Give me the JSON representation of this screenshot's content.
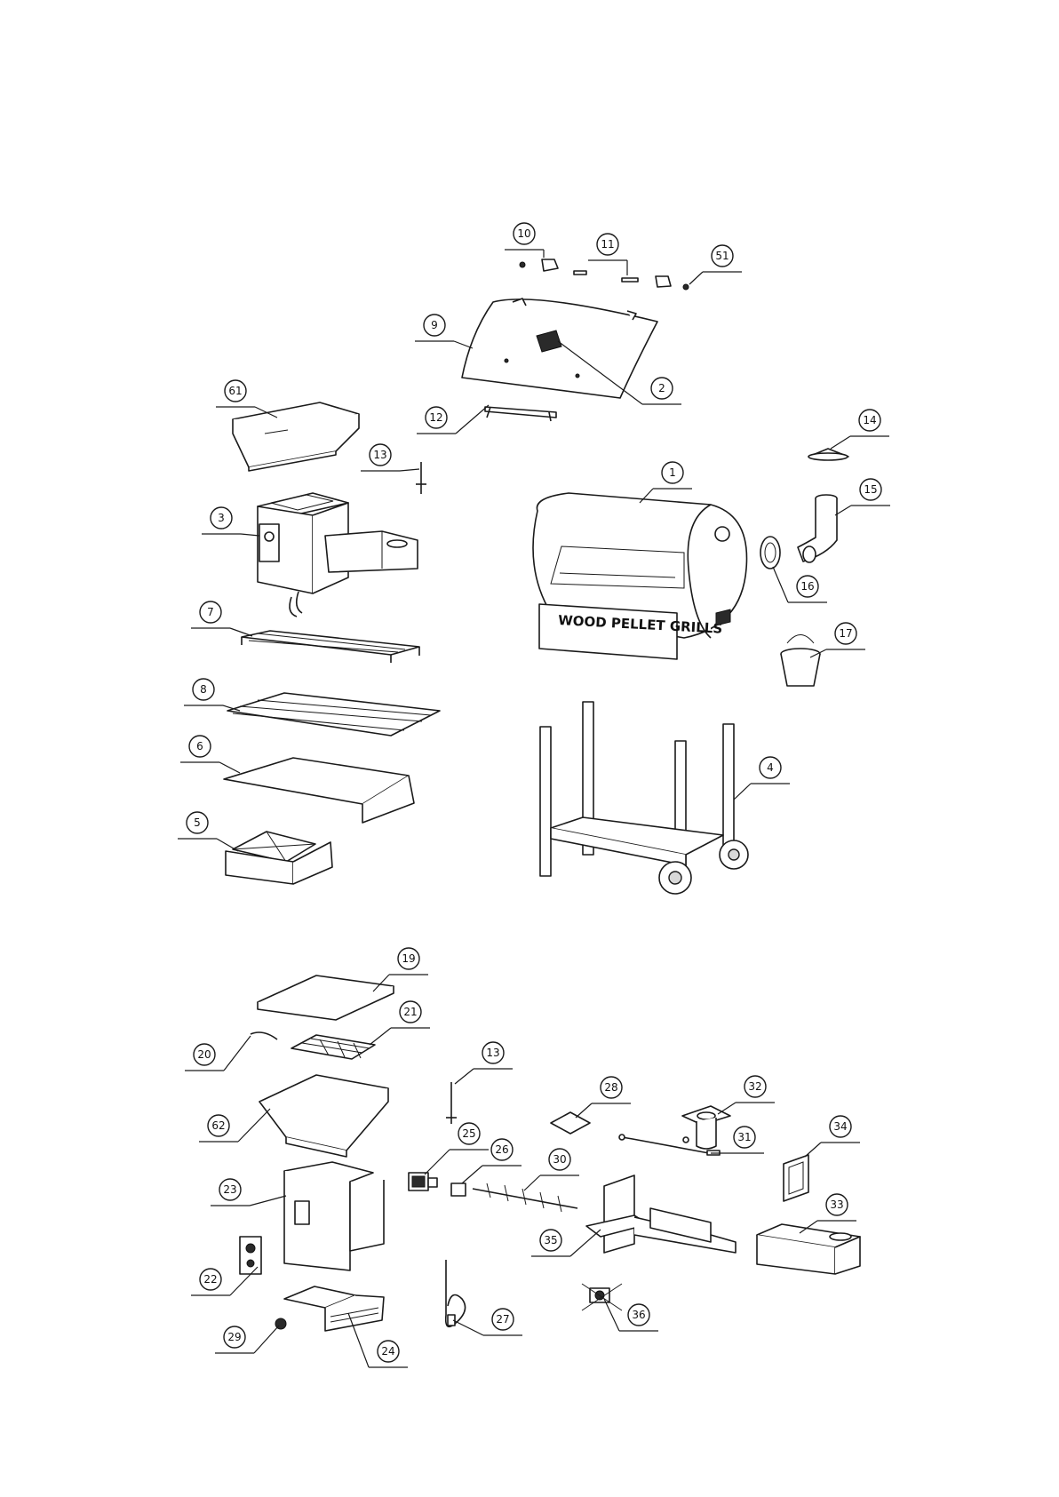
{
  "diagram": {
    "brand_text": "WOOD PELLET GRILLS",
    "callouts": [
      {
        "id": "c10",
        "label": "10"
      },
      {
        "id": "c11",
        "label": "11"
      },
      {
        "id": "c51",
        "label": "51"
      },
      {
        "id": "c9",
        "label": "9"
      },
      {
        "id": "c2",
        "label": "2"
      },
      {
        "id": "c61",
        "label": "61"
      },
      {
        "id": "c12",
        "label": "12"
      },
      {
        "id": "c14",
        "label": "14"
      },
      {
        "id": "c13a",
        "label": "13"
      },
      {
        "id": "c1",
        "label": "1"
      },
      {
        "id": "c15",
        "label": "15"
      },
      {
        "id": "c3",
        "label": "3"
      },
      {
        "id": "c16",
        "label": "16"
      },
      {
        "id": "c7",
        "label": "7"
      },
      {
        "id": "c17",
        "label": "17"
      },
      {
        "id": "c8",
        "label": "8"
      },
      {
        "id": "c6",
        "label": "6"
      },
      {
        "id": "c4",
        "label": "4"
      },
      {
        "id": "c5",
        "label": "5"
      },
      {
        "id": "c19",
        "label": "19"
      },
      {
        "id": "c21",
        "label": "21"
      },
      {
        "id": "c20",
        "label": "20"
      },
      {
        "id": "c13b",
        "label": "13"
      },
      {
        "id": "c28",
        "label": "28"
      },
      {
        "id": "c32",
        "label": "32"
      },
      {
        "id": "c62",
        "label": "62"
      },
      {
        "id": "c25",
        "label": "25"
      },
      {
        "id": "c31",
        "label": "31"
      },
      {
        "id": "c34",
        "label": "34"
      },
      {
        "id": "c26",
        "label": "26"
      },
      {
        "id": "c30",
        "label": "30"
      },
      {
        "id": "c23",
        "label": "23"
      },
      {
        "id": "c33",
        "label": "33"
      },
      {
        "id": "c35",
        "label": "35"
      },
      {
        "id": "c22",
        "label": "22"
      },
      {
        "id": "c27",
        "label": "27"
      },
      {
        "id": "c36",
        "label": "36"
      },
      {
        "id": "c29",
        "label": "29"
      },
      {
        "id": "c24",
        "label": "24"
      }
    ]
  }
}
